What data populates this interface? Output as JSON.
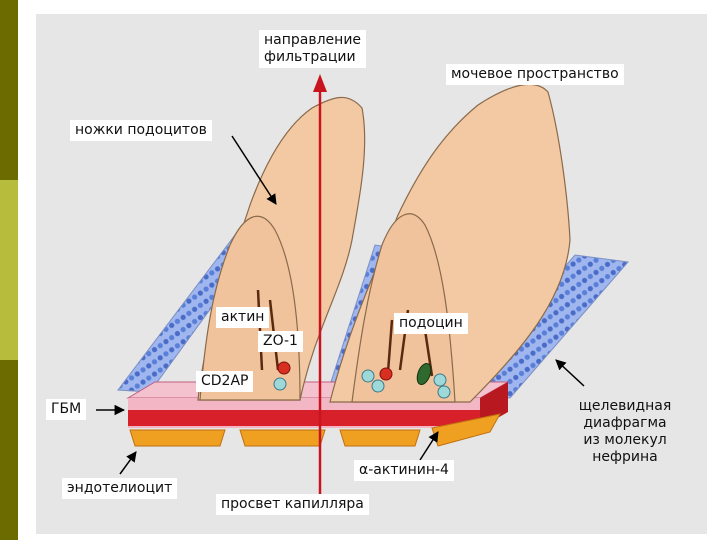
{
  "colors": {
    "sidebar_dark": "#6b6b00",
    "sidebar_light": "#b8bc3c",
    "panel_bg": "#e6e6e6",
    "podocyte_fill": "#f3c9a4",
    "podocyte_stroke": "#8a6a4a",
    "gbm_red": "#d8202a",
    "gbm_pink": "#f2b6c4",
    "endothelial_orange": "#f0a020",
    "filtration_arrow": "#c8141e",
    "slit_blue": "#5a7fd8"
  },
  "labels": {
    "filtration_direction": "направление\nфильтрации",
    "urinary_space": "мочевое пространство",
    "podocyte_feet": "ножки подоцитов",
    "actin": "актин",
    "zo1": "ZO-1",
    "podocin": "подоцин",
    "cd2ap": "CD2AP",
    "gbm": "ГБМ",
    "endothelial_cell": "эндотелиоцит",
    "alpha_actinin": "-актинин-4",
    "alpha_symbol": "α",
    "capillary_lumen": "просвет капилляра",
    "slit_diaphragm": "щелевидная\nдиафрагма\nиз молекул\nнефрина"
  }
}
